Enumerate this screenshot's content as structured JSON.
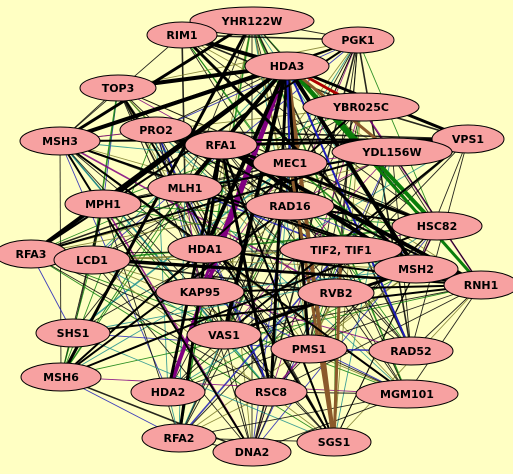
{
  "graph": {
    "background": "#ffffc3",
    "node_fill": "#f7a1a1",
    "node_stroke": "#000000",
    "edge_colors": {
      "default": "#000000",
      "purple": "#800080",
      "green": "#0b7d0b",
      "blue": "#1f1fb8",
      "teal": "#1f8f8f",
      "brown": "#8b5a2b",
      "red": "#b00000",
      "olive": "#7a7a2a"
    },
    "nodes": [
      {
        "id": "HDA3",
        "label": "HDA3"
      },
      {
        "id": "YHR122W",
        "label": "YHR122W"
      },
      {
        "id": "RIM1",
        "label": "RIM1"
      },
      {
        "id": "PGK1",
        "label": "PGK1"
      },
      {
        "id": "TOP3",
        "label": "TOP3"
      },
      {
        "id": "YBR025C",
        "label": "YBR025C"
      },
      {
        "id": "PRO2",
        "label": "PRO2"
      },
      {
        "id": "MSH3",
        "label": "MSH3"
      },
      {
        "id": "VPS1",
        "label": "VPS1"
      },
      {
        "id": "RFA1",
        "label": "RFA1"
      },
      {
        "id": "YDL156W",
        "label": "YDL156W"
      },
      {
        "id": "MEC1",
        "label": "MEC1"
      },
      {
        "id": "MLH1",
        "label": "MLH1"
      },
      {
        "id": "MPH1",
        "label": "MPH1"
      },
      {
        "id": "RAD16",
        "label": "RAD16"
      },
      {
        "id": "HSC82",
        "label": "HSC82"
      },
      {
        "id": "HDA1",
        "label": "HDA1"
      },
      {
        "id": "TIF2TIF1",
        "label": "TIF2, TIF1"
      },
      {
        "id": "RFA3",
        "label": "RFA3"
      },
      {
        "id": "LCD1",
        "label": "LCD1"
      },
      {
        "id": "MSH2",
        "label": "MSH2"
      },
      {
        "id": "RNH1",
        "label": "RNH1"
      },
      {
        "id": "KAP95",
        "label": "KAP95"
      },
      {
        "id": "RVB2",
        "label": "RVB2"
      },
      {
        "id": "SHS1",
        "label": "SHS1"
      },
      {
        "id": "VAS1",
        "label": "VAS1"
      },
      {
        "id": "PMS1",
        "label": "PMS1"
      },
      {
        "id": "RAD52",
        "label": "RAD52"
      },
      {
        "id": "MSH6",
        "label": "MSH6"
      },
      {
        "id": "HDA2",
        "label": "HDA2"
      },
      {
        "id": "RSC8",
        "label": "RSC8"
      },
      {
        "id": "MGM101",
        "label": "MGM101"
      },
      {
        "id": "RFA2",
        "label": "RFA2"
      },
      {
        "id": "DNA2",
        "label": "DNA2"
      },
      {
        "id": "SGS1",
        "label": "SGS1"
      }
    ],
    "highlight_edges": [
      {
        "from": "HDA3",
        "to": "HDA2",
        "color": "purple",
        "weight": 4
      },
      {
        "from": "HDA3",
        "to": "HSC82",
        "color": "green",
        "weight": 4
      },
      {
        "from": "HDA3",
        "to": "SGS1",
        "color": "brown",
        "weight": 4
      },
      {
        "from": "HDA3",
        "to": "RNH1",
        "color": "green",
        "weight": 3
      },
      {
        "from": "HDA3",
        "to": "KAP95",
        "color": "purple",
        "weight": 3
      },
      {
        "from": "HDA3",
        "to": "MSH2",
        "color": "default",
        "weight": 4
      },
      {
        "from": "HDA3",
        "to": "VPS1",
        "color": "default",
        "weight": 3
      },
      {
        "from": "HDA3",
        "to": "RAD52",
        "color": "blue",
        "weight": 2
      },
      {
        "from": "HDA3",
        "to": "YBR025C",
        "color": "red",
        "weight": 3
      },
      {
        "from": "HDA3",
        "to": "YDL156W",
        "color": "brown",
        "weight": 3
      },
      {
        "from": "HDA3",
        "to": "MSH3",
        "color": "default",
        "weight": 4
      },
      {
        "from": "HDA3",
        "to": "RFA3",
        "color": "default",
        "weight": 4
      },
      {
        "from": "HDA3",
        "to": "MPH1",
        "color": "default",
        "weight": 4
      },
      {
        "from": "HDA3",
        "to": "VAS1",
        "color": "default",
        "weight": 4
      },
      {
        "from": "HDA3",
        "to": "MLH1",
        "color": "default",
        "weight": 4
      },
      {
        "from": "HDA3",
        "to": "RIM1",
        "color": "default",
        "weight": 4
      },
      {
        "from": "HDA3",
        "to": "TOP3",
        "color": "default",
        "weight": 4
      },
      {
        "from": "HDA3",
        "to": "HDA1",
        "color": "default",
        "weight": 4
      },
      {
        "from": "HDA3",
        "to": "PMS1",
        "color": "default",
        "weight": 3
      },
      {
        "from": "HDA3",
        "to": "RSC8",
        "color": "default",
        "weight": 3
      },
      {
        "from": "HDA3",
        "to": "MEC1",
        "color": "blue",
        "weight": 2
      },
      {
        "from": "RFA1",
        "to": "RNH1",
        "color": "default",
        "weight": 4
      },
      {
        "from": "RFA1",
        "to": "MSH2",
        "color": "default",
        "weight": 4
      },
      {
        "from": "RFA1",
        "to": "HSC82",
        "color": "default",
        "weight": 3
      },
      {
        "from": "RFA1",
        "to": "VPS1",
        "color": "default",
        "weight": 3
      },
      {
        "from": "RFA1",
        "to": "RFA2",
        "color": "default",
        "weight": 3
      },
      {
        "from": "RFA1",
        "to": "HDA2",
        "color": "default",
        "weight": 3
      },
      {
        "from": "RFA1",
        "to": "SGS1",
        "color": "default",
        "weight": 2
      },
      {
        "from": "YHR122W",
        "to": "MSH6",
        "color": "default",
        "weight": 3
      },
      {
        "from": "YHR122W",
        "to": "MSH3",
        "color": "default",
        "weight": 3
      },
      {
        "from": "RIM1",
        "to": "MSH2",
        "color": "default",
        "weight": 3
      },
      {
        "from": "PGK1",
        "to": "MSH3",
        "color": "default",
        "weight": 2
      },
      {
        "from": "PGK1",
        "to": "RFA3",
        "color": "default",
        "weight": 2
      },
      {
        "from": "MSH3",
        "to": "RNH1",
        "color": "default",
        "weight": 2
      },
      {
        "from": "MSH3",
        "to": "VPS1",
        "color": "default",
        "weight": 2
      },
      {
        "from": "TOP3",
        "to": "SGS1",
        "color": "default",
        "weight": 2
      },
      {
        "from": "MEC1",
        "to": "SGS1",
        "color": "brown",
        "weight": 3
      },
      {
        "from": "TIF2TIF1",
        "to": "SGS1",
        "color": "brown",
        "weight": 3
      },
      {
        "from": "PRO2",
        "to": "RNH1",
        "color": "default",
        "weight": 2
      },
      {
        "from": "MLH1",
        "to": "RNH1",
        "color": "default",
        "weight": 2
      },
      {
        "from": "MPH1",
        "to": "VPS1",
        "color": "default",
        "weight": 2
      },
      {
        "from": "RAD16",
        "to": "HSC82",
        "color": "default",
        "weight": 2
      },
      {
        "from": "RAD16",
        "to": "MSH6",
        "color": "default",
        "weight": 2
      },
      {
        "from": "HDA1",
        "to": "RNH1",
        "color": "default",
        "weight": 2
      },
      {
        "from": "KAP95",
        "to": "RNH1",
        "color": "default",
        "weight": 2
      },
      {
        "from": "LCD1",
        "to": "RNH1",
        "color": "default",
        "weight": 2
      },
      {
        "from": "SHS1",
        "to": "RNH1",
        "color": "default",
        "weight": 2
      },
      {
        "from": "VAS1",
        "to": "VPS1",
        "color": "default",
        "weight": 2
      },
      {
        "from": "VAS1",
        "to": "MSH2",
        "color": "default",
        "weight": 3
      },
      {
        "from": "RSC8",
        "to": "RFA1",
        "color": "default",
        "weight": 3
      },
      {
        "from": "DNA2",
        "to": "MSH3",
        "color": "default",
        "weight": 2
      },
      {
        "from": "MSH6",
        "to": "HSC82",
        "color": "default",
        "weight": 2
      },
      {
        "from": "RFA3",
        "to": "RNH1",
        "color": "default",
        "weight": 2
      },
      {
        "from": "YBR025C",
        "to": "MSH6",
        "color": "default",
        "weight": 2
      },
      {
        "from": "YDL156W",
        "to": "RFA3",
        "color": "default",
        "weight": 2
      },
      {
        "from": "MGM101",
        "to": "MSH3",
        "color": "default",
        "weight": 2
      }
    ]
  }
}
